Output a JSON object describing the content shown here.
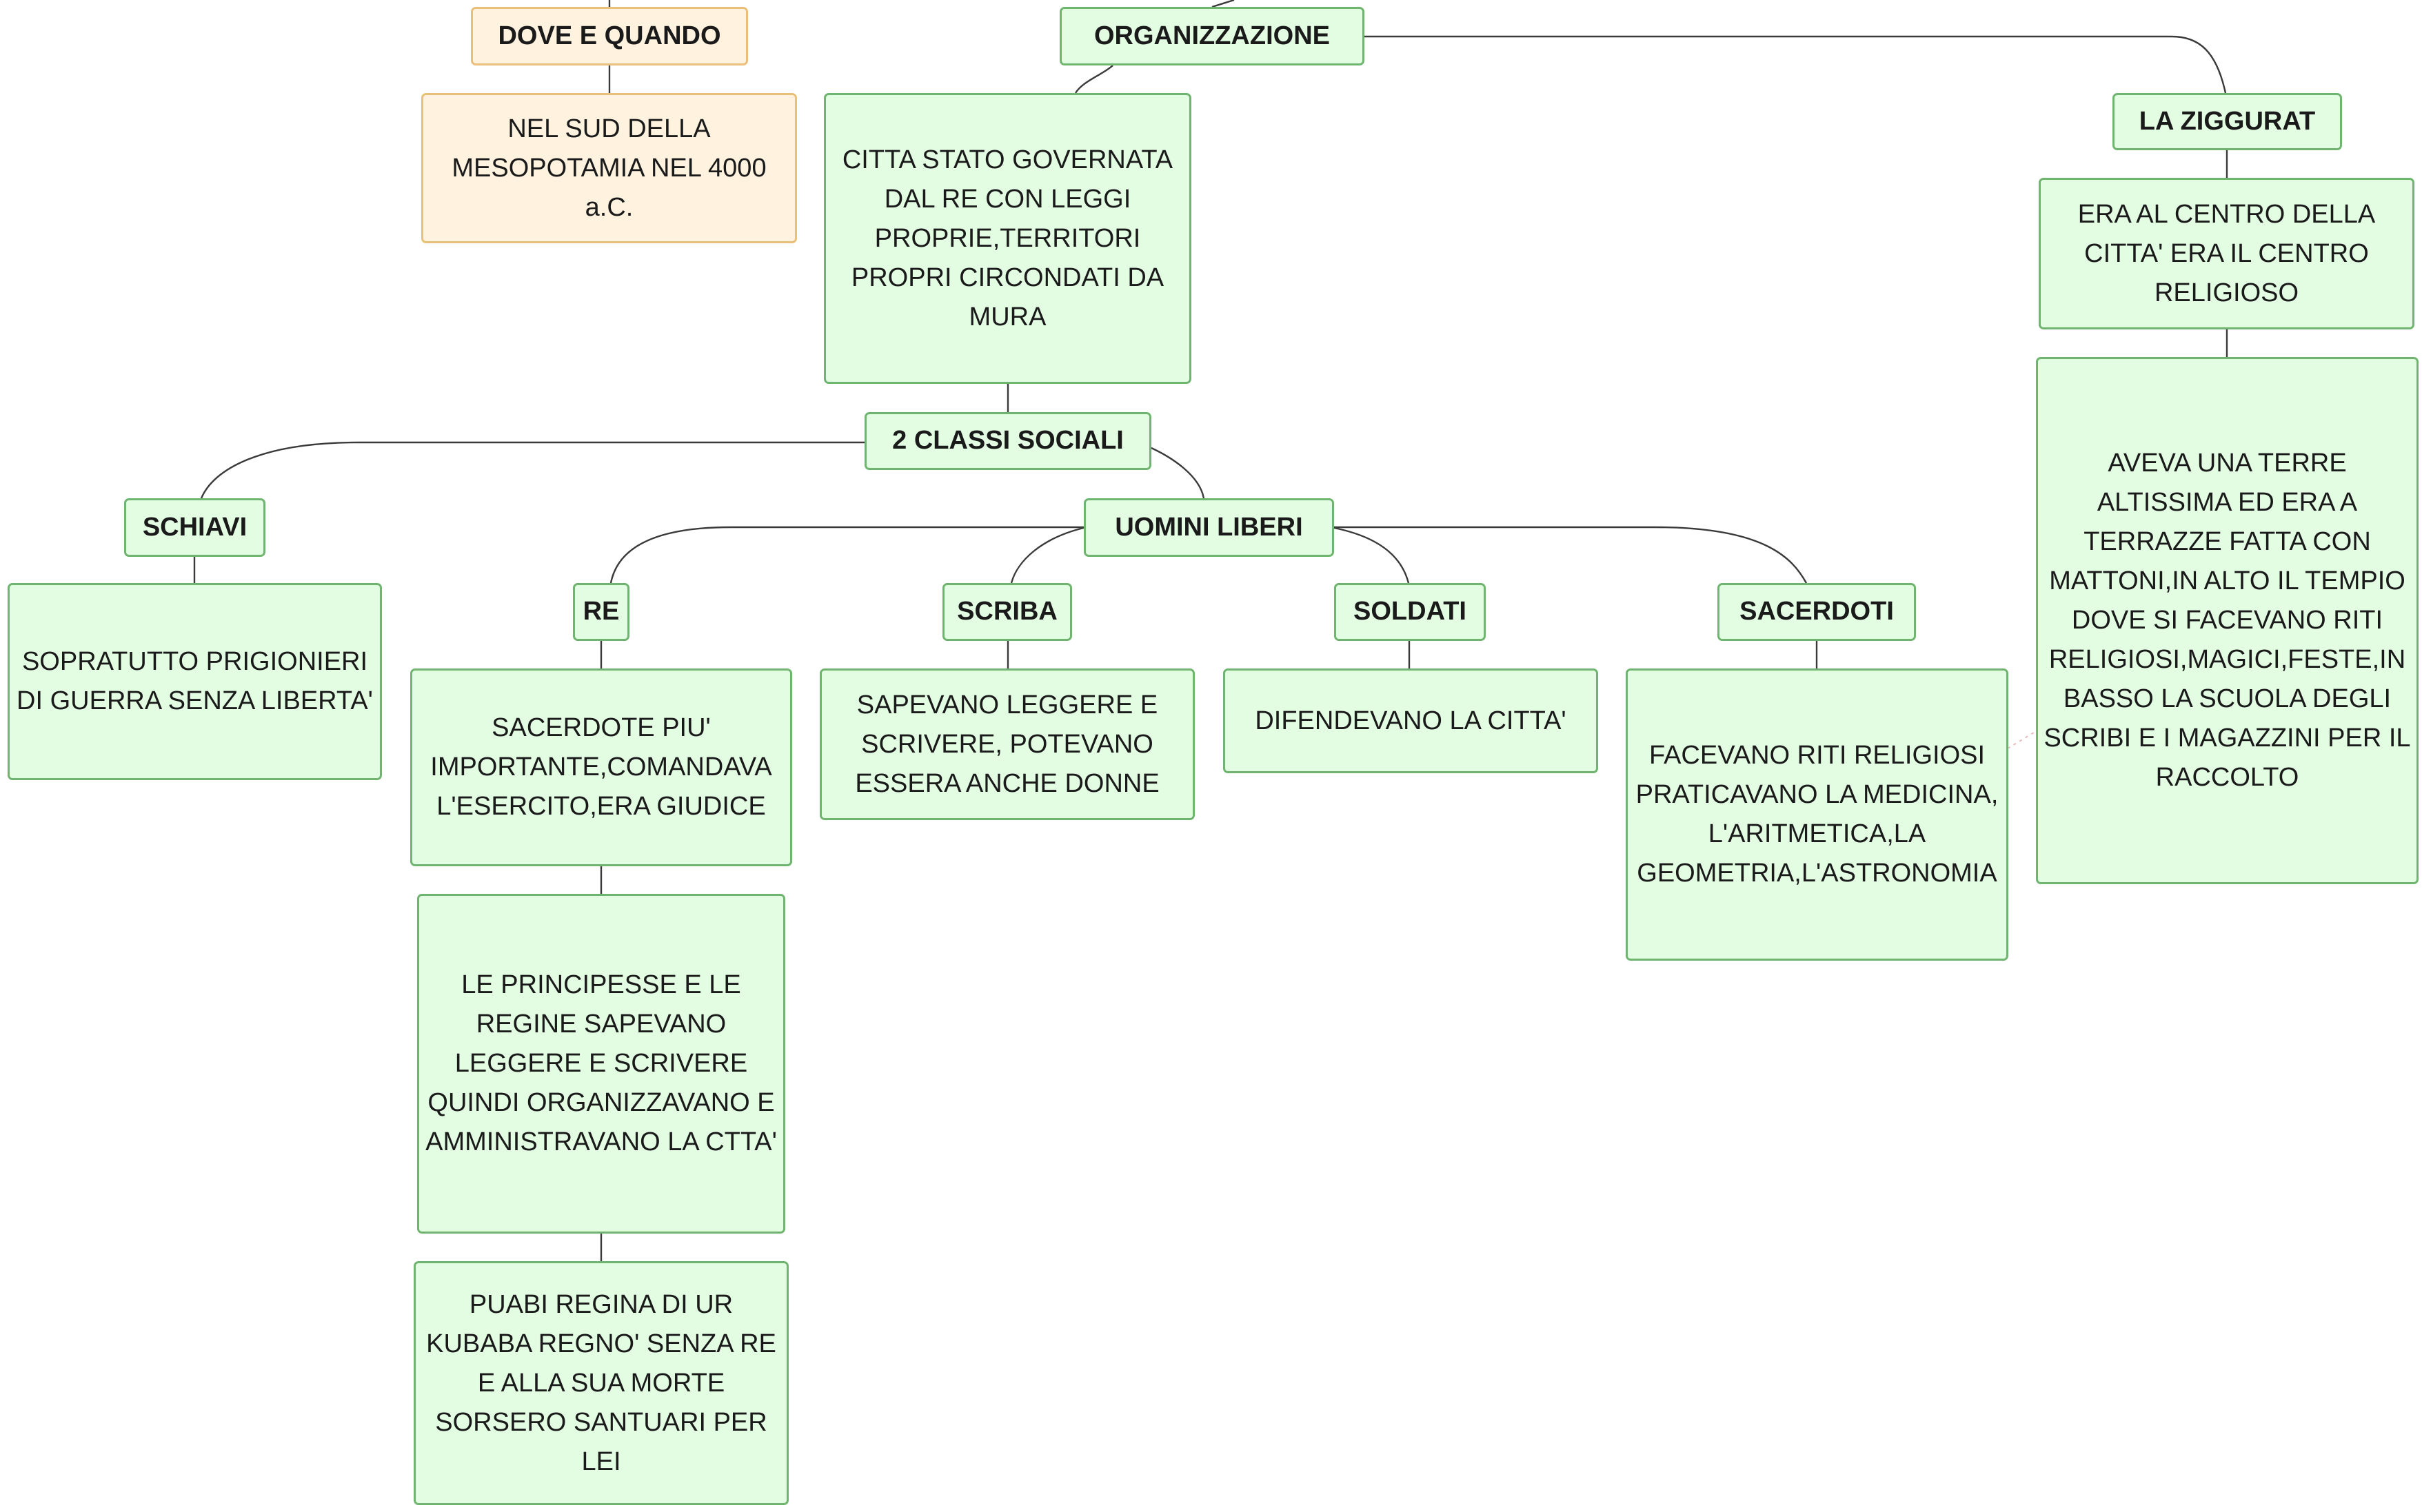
{
  "nodes": {
    "dove_quando": "DOVE E QUANDO",
    "dove_quando_text": "NEL SUD DELLA MESOPOTAMIA NEL 4000 a.C.",
    "organizzazione": "ORGANIZZAZIONE",
    "organizzazione_text": "CITTA STATO GOVERNATA DAL RE CON LEGGI PROPRIE,TERRITORI PROPRI CIRCONDATI DA MURA",
    "classi": "2 CLASSI SOCIALI",
    "schiavi": "SCHIAVI",
    "schiavi_text": "SOPRATUTTO PRIGIONIERI DI GUERRA SENZA LIBERTA'",
    "uomini_liberi": "UOMINI LIBERI",
    "re": "RE",
    "re_text": "SACERDOTE PIU' IMPORTANTE,COMANDAVA L'ESERCITO,ERA GIUDICE",
    "principesse_text": "LE PRINCIPESSE E LE REGINE SAPEVANO LEGGERE E SCRIVERE QUINDI ORGANIZZAVANO E AMMINISTRAVANO LA CTTA'",
    "puabi_text": "PUABI REGINA DI UR KUBABA REGNO' SENZA RE E ALLA SUA MORTE SORSERO SANTUARI PER LEI",
    "scriba": "SCRIBA",
    "scriba_text": "SAPEVANO LEGGERE E SCRIVERE, POTEVANO ESSERA ANCHE DONNE",
    "soldati": "SOLDATI",
    "soldati_text": "DIFENDEVANO LA CITTA'",
    "sacerdoti": "SACERDOTI",
    "sacerdoti_text": "FACEVANO RITI RELIGIOSI PRATICAVANO LA MEDICINA, L'ARITMETICA,LA GEOMETRIA,L'ASTRONOMIA",
    "ziggurat": "LA ZIGGURAT",
    "ziggurat_text1": "ERA AL CENTRO DELLA CITTA' ERA IL CENTRO RELIGIOSO",
    "ziggurat_text2": "AVEVA UNA TERRE ALTISSIMA ED ERA A TERRAZZE FATTA CON MATTONI,IN ALTO IL TEMPIO DOVE SI FACEVANO RITI RELIGIOSI,MAGICI,FESTE,IN BASSO LA SCUOLA DEGLI SCRIBI E I MAGAZZINI PER IL RACCOLTO"
  }
}
